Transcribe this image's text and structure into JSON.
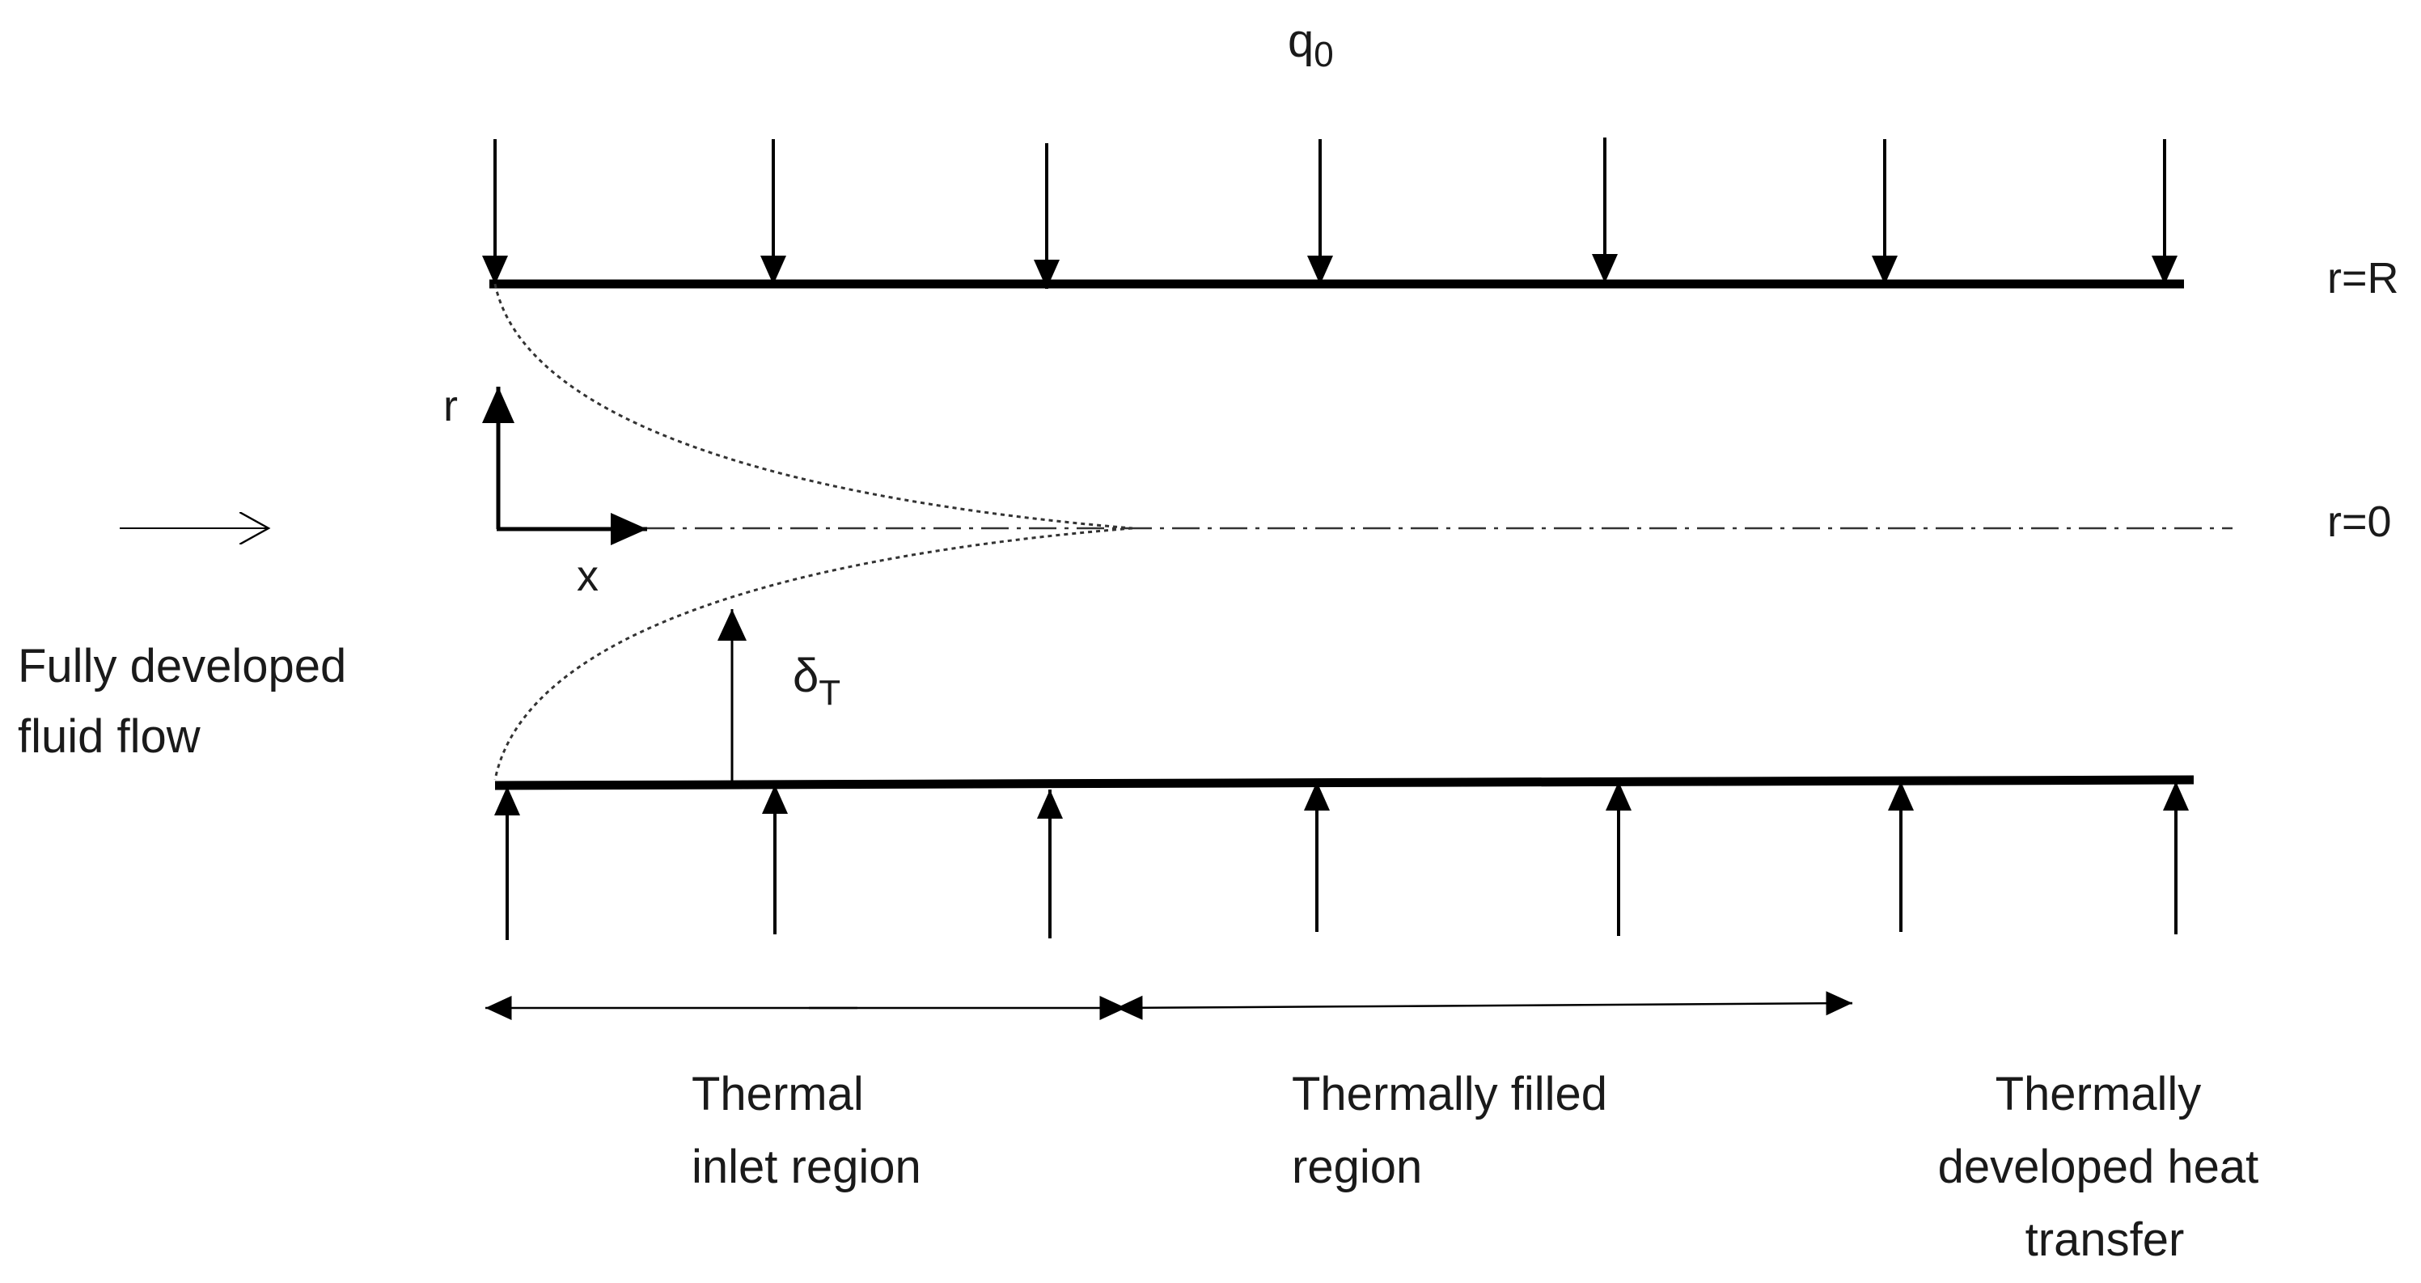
{
  "heat_flux_label": "q",
  "heat_flux_subscript": "0",
  "wall_label": "r=R",
  "axis_label": "r=0",
  "coord_r": "r",
  "coord_x": "x",
  "delta_symbol": "δ",
  "delta_subscript": "T",
  "inflow_line1": "Fully developed",
  "inflow_line2": "fluid flow",
  "region1_line1": "Thermal",
  "region1_line2": "inlet region",
  "region2_line1": "Thermally filled",
  "region2_line2": "region",
  "region3_line1": "Thermally",
  "region3_line2": "developed heat",
  "region3_line3": "transfer"
}
